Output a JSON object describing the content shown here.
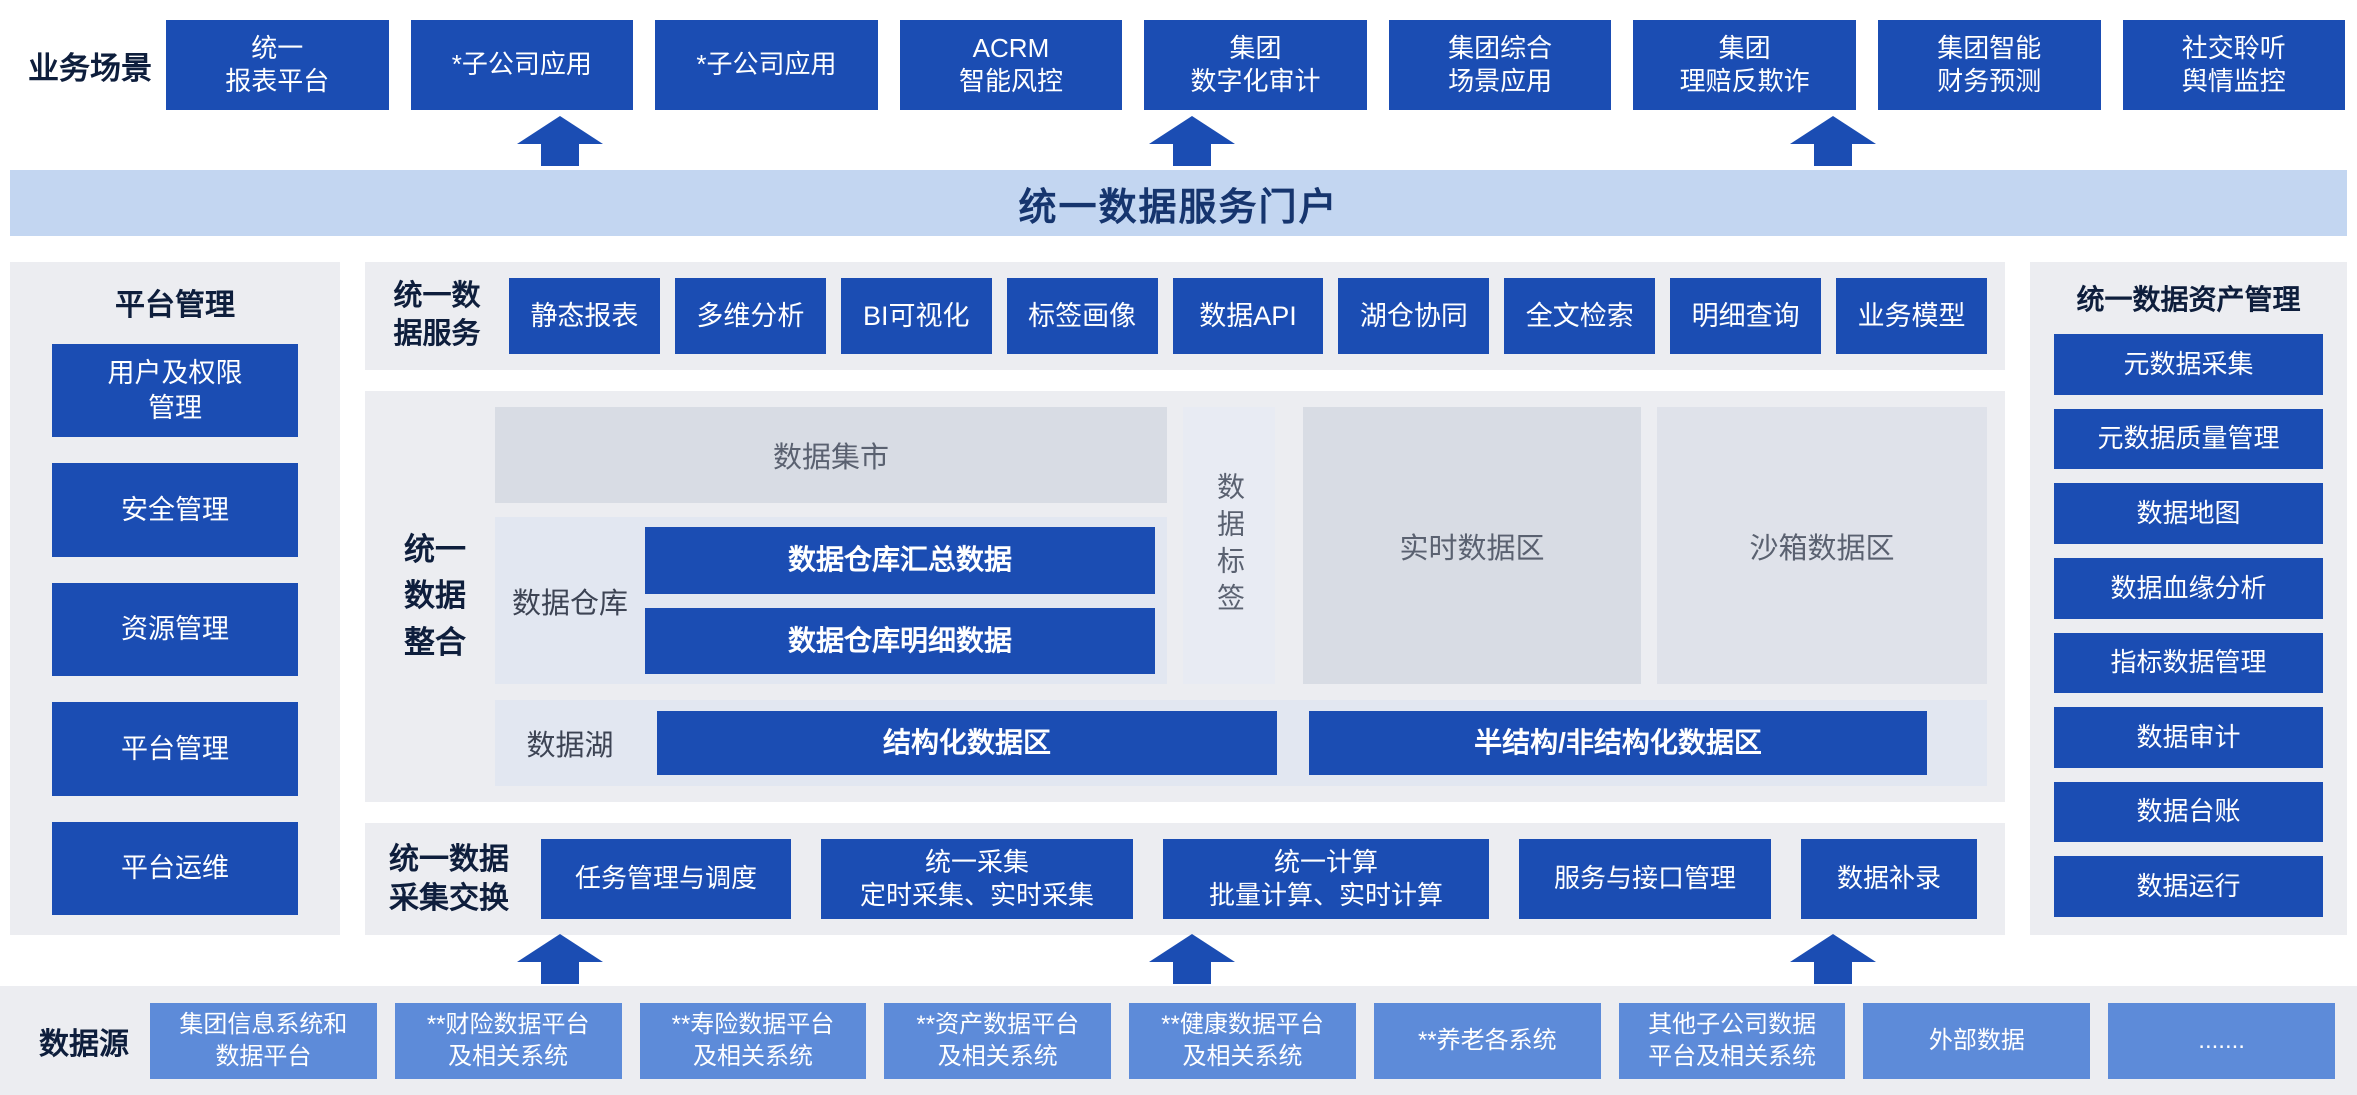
{
  "colors": {
    "primary_blue": "#1b4db3",
    "portal_band": "#c3d6f1",
    "panel_gray": "#ecedf1",
    "inner_gray": "#d8dce4",
    "strip_gray": "#e2e7f1",
    "tags_gray": "#e8ebf3",
    "bottom_blue": "#5d8bd9",
    "portal_text": "#16356e"
  },
  "top": {
    "label": "业务场景",
    "items": [
      "统一\n报表平台",
      "*子公司应用",
      "*子公司应用",
      "ACRM\n智能风控",
      "集团\n数字化审计",
      "集团综合\n场景应用",
      "集团\n理赔反欺诈",
      "集团智能\n财务预测",
      "社交聆听\n舆情监控"
    ]
  },
  "portal": {
    "title": "统一数据服务门户"
  },
  "platform": {
    "title": "平台管理",
    "items": [
      "用户及权限\n管理",
      "安全管理",
      "资源管理",
      "平台管理",
      "平台运维"
    ]
  },
  "services": {
    "label": "统一数\n据服务",
    "items": [
      "静态报表",
      "多维分析",
      "BI可视化",
      "标签画像",
      "数据API",
      "湖仓协同",
      "全文检索",
      "明细查询",
      "业务模型"
    ]
  },
  "integration": {
    "label": "统一\n数据\n整合",
    "data_mart": "数据集市",
    "warehouse_label": "数据仓库",
    "warehouse_items": [
      "数据仓库汇总数据",
      "数据仓库明细数据"
    ],
    "tags_label": "数据标签",
    "realtime": "实时数据区",
    "sandbox": "沙箱数据区",
    "lake_label": "数据湖",
    "lake_structured": "结构化数据区",
    "lake_unstructured": "半结构/非结构化数据区"
  },
  "collection": {
    "label": "统一数据\n采集交换",
    "items": [
      "任务管理与调度",
      "统一采集\n定时采集、实时采集",
      "统一计算\n批量计算、实时计算",
      "服务与接口管理",
      "数据补录"
    ]
  },
  "assets": {
    "title": "统一数据资产管理",
    "items": [
      "元数据采集",
      "元数据质量管理",
      "数据地图",
      "数据血缘分析",
      "指标数据管理",
      "数据审计",
      "数据台账",
      "数据运行"
    ]
  },
  "sources": {
    "label": "数据源",
    "items": [
      "集团信息系统和\n数据平台",
      "**财险数据平台\n及相关系统",
      "**寿险数据平台\n及相关系统",
      "**资产数据平台\n及相关系统",
      "**健康数据平台\n及相关系统",
      "**养老各系统",
      "其他子公司数据\n平台及相关系统",
      "外部数据",
      "......."
    ]
  }
}
